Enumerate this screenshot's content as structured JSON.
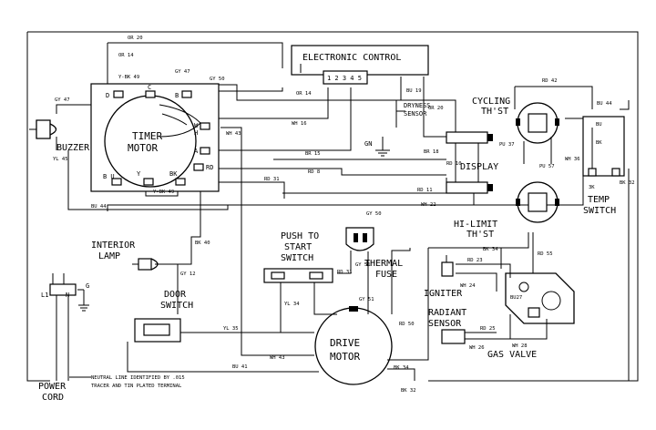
{
  "components": {
    "electronic_control": "ELECTRONIC CONTROL",
    "control_pins": "1 2 3 4 5",
    "timer_motor_l1": "TIMER",
    "timer_motor_l2": "MOTOR",
    "buzzer": "BUZZER",
    "dryness_sensor_l1": "DRYNESS",
    "dryness_sensor_l2": "SENSOR",
    "display": "DISPLAY",
    "cycling_thst_l1": "CYCLING",
    "cycling_thst_l2": "TH'ST",
    "temp_switch_l1": "TEMP",
    "temp_switch_l2": "SWITCH",
    "hi_limit_l1": "HI-LIMIT",
    "hi_limit_l2": "TH'ST",
    "interior_lamp_l1": "INTERIOR",
    "interior_lamp_l2": "LAMP",
    "door_switch_l1": "DOOR",
    "door_switch_l2": "SWITCH",
    "push_start_l1": "PUSH TO",
    "push_start_l2": "START",
    "push_start_l3": "SWITCH",
    "thermal_fuse_l1": "THERMAL",
    "thermal_fuse_l2": "FUSE",
    "igniter": "IGNITER",
    "radiant_sensor_l1": "RADIANT",
    "radiant_sensor_l2": "SENSOR",
    "gas_valve": "GAS VALVE",
    "drive_motor_l1": "DRIVE",
    "drive_motor_l2": "MOTOR",
    "power_cord_l1": "POWER",
    "power_cord_l2": "CORD"
  },
  "note": {
    "line1": "NEUTRAL LINE IDENTIFIED BY .015",
    "line2": "TRACER AND TIN PLATED TERMINAL"
  },
  "terminals": {
    "d": "D",
    "c": "C",
    "b": "B",
    "a": "A",
    "w": "W",
    "h": "H",
    "rd": "RD",
    "bu": "B U",
    "y": "Y",
    "bk": "BK",
    "l1": "L1",
    "n": "N",
    "g": "G",
    "gn": "GN"
  },
  "wires": {
    "or20_top": "OR 20",
    "or14_top": "OR 14",
    "ybk49_top": "Y-BK 49",
    "gy47": "GY 47",
    "gy50_top": "GY 50",
    "or14_mid": "OR 14",
    "wh16": "WH 16",
    "br15": "BR 15",
    "rd8": "RD 8",
    "rd31_mid": "RD 31",
    "bu19": "BU 19",
    "or20_right": "OR 20",
    "br18": "BR 18",
    "rd11": "RD 11",
    "wh22": "WH 22",
    "rd10": "RD 10",
    "wh43_timer": "WH 43",
    "gy47_buzz": "GY 47",
    "yl45": "YL 45",
    "ybk49_bot": "Y-BK 49",
    "bu44_left": "BU 44",
    "bk40": "BK 40",
    "gy12": "GY 12",
    "rd42": "RD 42",
    "pu37": "PU 37",
    "pu57": "PU 57",
    "wh36": "WH 36",
    "bu44_right": "BU 44",
    "bk_ts": "BK",
    "bu_ts": "BU",
    "bk32_right": "BK 32",
    "bk34_top": "BK 34",
    "rd55": "RD 55",
    "rd23": "RD 23",
    "wh24": "WH 24",
    "bu27": "BU27",
    "rd25": "RD 25",
    "wh26": "WH 26",
    "wh28": "WH 28",
    "gy50_ps": "GY 50",
    "gy51_tf": "GY 51",
    "rd31_ps": "RD 31",
    "gy51_dm": "GY 51",
    "rd50_dm": "RD 50",
    "yl34": "YL 34",
    "yl35": "YL 35",
    "wh43_dm": "WH 43",
    "bu41": "BU 41",
    "bk34_dm": "BK 34",
    "bk32_dm": "BK 32",
    "three_k": "3K"
  }
}
